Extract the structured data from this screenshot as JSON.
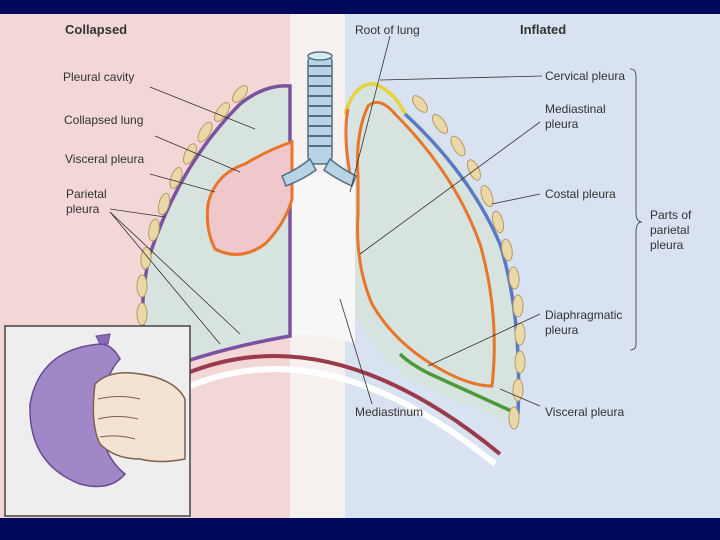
{
  "panels": {
    "left_title": "Collapsed",
    "right_title": "Inflated"
  },
  "labels": {
    "pleural_cavity": "Pleural cavity",
    "collapsed_lung": "Collapsed lung",
    "visceral_pleura_left": "Visceral pleura",
    "parietal_pleura_line1": "Parietal",
    "parietal_pleura_line2": "pleura",
    "root_of_lung": "Root of lung",
    "cervical_pleura": "Cervical pleura",
    "mediastinal_pleura_line1": "Mediastinal",
    "mediastinal_pleura_line2": "pleura",
    "costal_pleura": "Costal pleura",
    "parts_parietal_line1": "Parts of",
    "parts_parietal_line2": "parietal",
    "parts_parietal_line3": "pleura",
    "diaphragmatic_pleura_line1": "Diaphragmatic",
    "diaphragmatic_pleura_line2": "pleura",
    "mediastinum": "Mediastinum",
    "visceral_pleura_right": "Visceral pleura"
  },
  "colors": {
    "background": "#000a5a",
    "left_panel": "#f3d6d6",
    "right_panel": "#d9e2f0",
    "lung_fill": "#d7e3df",
    "collapsed_lung_fill": "#f0c8cc",
    "parietal_purple": "#7a52a0",
    "visceral_orange": "#e8762a",
    "cervical_yellow": "#e6d23a",
    "costal_blue": "#5a78c8",
    "diaphragm_green": "#4a9a3a",
    "diaphragm_red": "#9a3a4a",
    "rib_beige": "#ead8a8"
  }
}
